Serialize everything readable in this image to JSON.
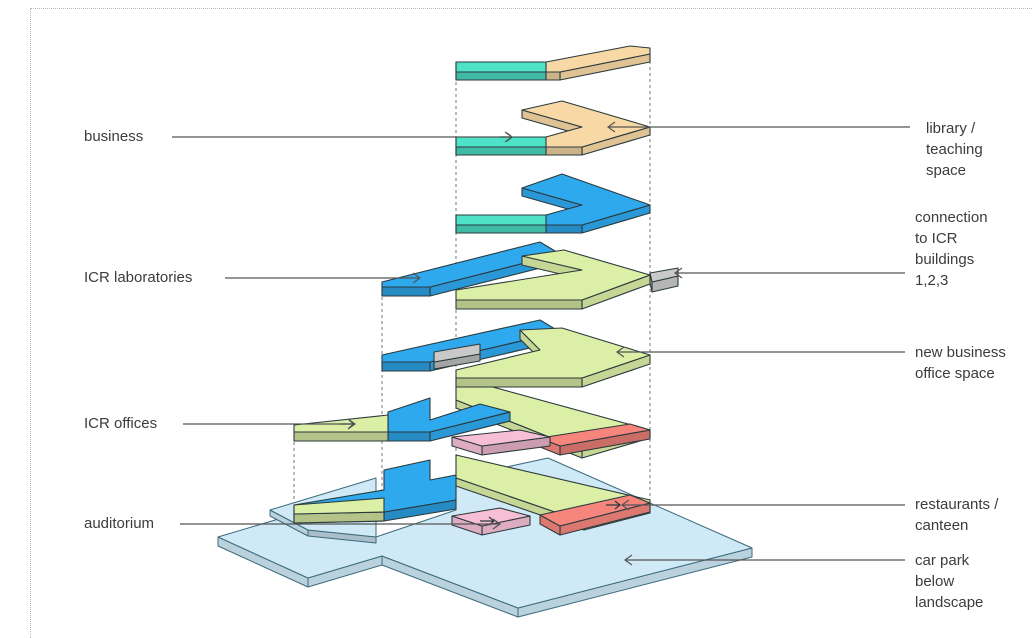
{
  "colors": {
    "teal": "#4ee3c9",
    "peach": "#f8d9a6",
    "blue": "#2fa9ee",
    "lime": "#dcefa6",
    "pink": "#f7bfd6",
    "salmon": "#f6857c",
    "grey": "#c9c9c9",
    "base": "#cfe9f6",
    "base_stroke": "#3d6b7d",
    "stroke": "#2b3a3d",
    "leader": "#555555",
    "text": "#3c3c3c"
  },
  "labels": {
    "business": "business",
    "icr_laboratories": "ICR laboratories",
    "icr_offices": "ICR offices",
    "auditorium": "auditorium",
    "library": [
      "library /",
      "teaching",
      "space"
    ],
    "connection": [
      "connection",
      "to ICR",
      "buildings",
      "1,2,3"
    ],
    "new_business": [
      "new business",
      "office space"
    ],
    "restaurants": [
      "restaurants /",
      "canteen"
    ],
    "car_park": [
      "car park",
      "below",
      "landscape"
    ]
  }
}
